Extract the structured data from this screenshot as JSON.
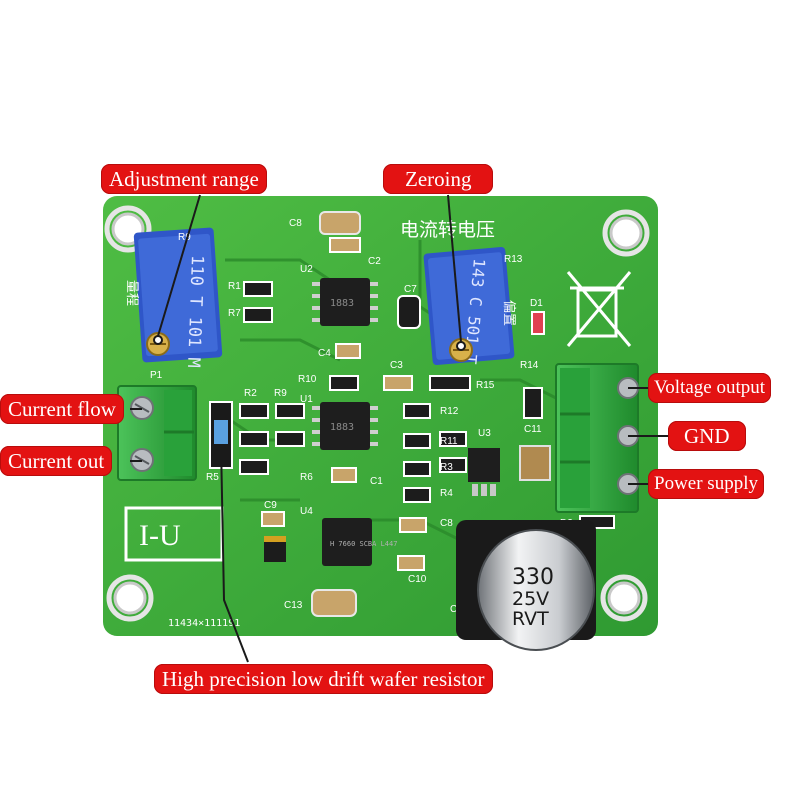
{
  "silkscreen": {
    "title_cn": "电流转电压",
    "logo": "I-U",
    "serial": "11434×111191",
    "pot_left_code": "110 T 101 M",
    "pot_right_code": "143 C 501 T",
    "pot_left_side": "量程",
    "pot_right_side": "偏置",
    "refs": [
      "C8",
      "C2",
      "R9",
      "U2",
      "R1",
      "R7",
      "P1",
      "R10",
      "C4",
      "R2",
      "R9",
      "U1",
      "R5",
      "R6",
      "C1",
      "C3",
      "C7",
      "R12",
      "R11",
      "U3",
      "R3",
      "R4",
      "C8",
      "C10",
      "C12",
      "C13",
      "U4",
      "C9",
      "R14",
      "D1",
      "D2",
      "R15",
      "C11",
      "R13"
    ],
    "chip_u1": "1883",
    "chip_u2": "1883",
    "chip_u4": "H 7660 SCBA L447",
    "capacitor_value": "330",
    "capacitor_voltage": "25V",
    "capacitor_series": "RVT"
  },
  "callouts": {
    "adjustment_range": "Adjustment range",
    "zeroing": "Zeroing",
    "current_flow": "Current flow",
    "current_out": "Current out",
    "voltage_output": "Voltage output",
    "gnd": "GND",
    "power_supply": "Power supply",
    "resistor": "High precision low drift wafer resistor"
  },
  "colors": {
    "pcb": "#3fae38",
    "callout": "#e31212",
    "terminal": "#2f9f3a",
    "pot": "#2f56c8"
  }
}
